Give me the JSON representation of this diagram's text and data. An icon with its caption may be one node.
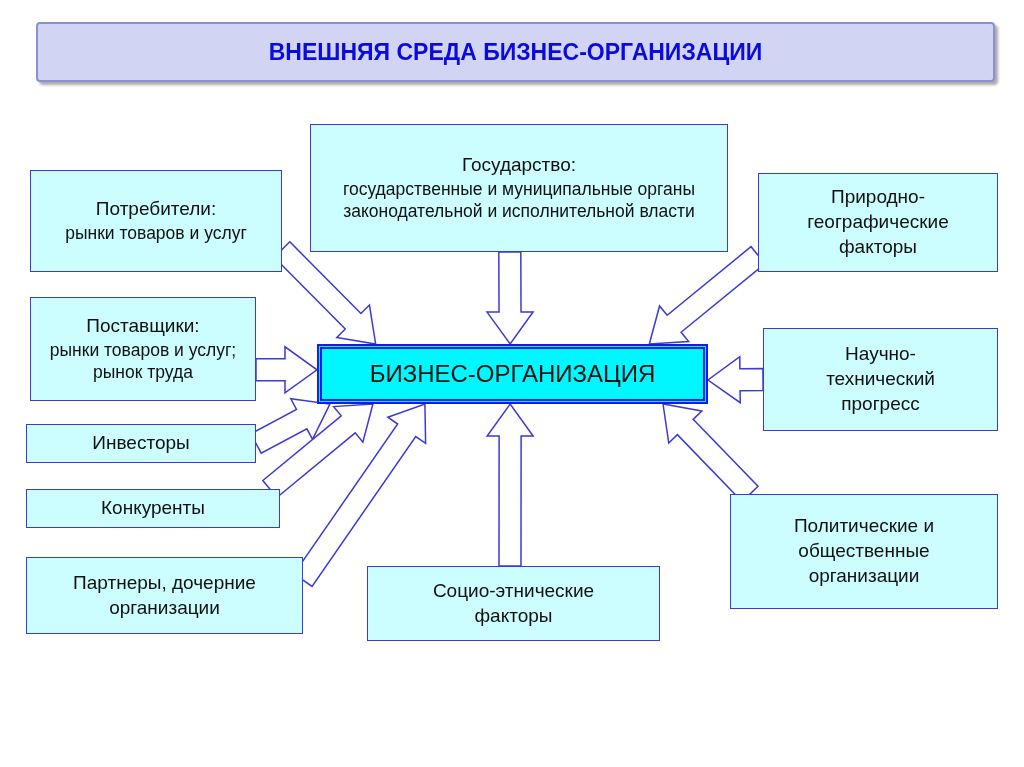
{
  "diagram": {
    "title": "ВНЕШНЯЯ СРЕДА БИЗНЕС-ОРГАНИЗАЦИИ",
    "nodes": [
      {
        "text": [
          "Государство:",
          "государственные и муниципальные органы законодательной и исполнительной власти"
        ]
      },
      {
        "text": [
          "Потребители:",
          "рынки товаров и услуг"
        ]
      },
      {
        "text": [
          "Природно-географические факторы"
        ]
      },
      {
        "text": [
          "Поставщики:",
          "рынки товаров и услуг; рынок труда"
        ]
      },
      {
        "text": [
          "БИЗНЕС-ОРГАНИЗАЦИЯ"
        ]
      },
      {
        "text": [
          "Научно-технический прогресс"
        ]
      },
      {
        "text": [
          "Инвесторы"
        ]
      },
      {
        "text": [
          "Конкуренты"
        ]
      },
      {
        "text": [
          "Политические и общественные организации"
        ]
      },
      {
        "text": [
          "Партнеры, дочерние организации"
        ]
      },
      {
        "text": [
          "Социо-этнические факторы"
        ]
      }
    ],
    "edges": [
      {
        "from": 0,
        "to": 4,
        "arrow": "to"
      },
      {
        "from": 1,
        "to": 4,
        "arrow": "to"
      },
      {
        "from": 2,
        "to": 4,
        "arrow": "to"
      },
      {
        "from": 3,
        "to": 4,
        "arrow": "to"
      },
      {
        "from": 5,
        "to": 4,
        "arrow": "to"
      },
      {
        "from": 6,
        "to": 4,
        "arrow": "to"
      },
      {
        "from": 7,
        "to": 4,
        "arrow": "to"
      },
      {
        "from": 8,
        "to": 4,
        "arrow": "to"
      },
      {
        "from": 9,
        "to": 4,
        "arrow": "to"
      },
      {
        "from": 10,
        "to": 4,
        "arrow": "to"
      }
    ]
  }
}
